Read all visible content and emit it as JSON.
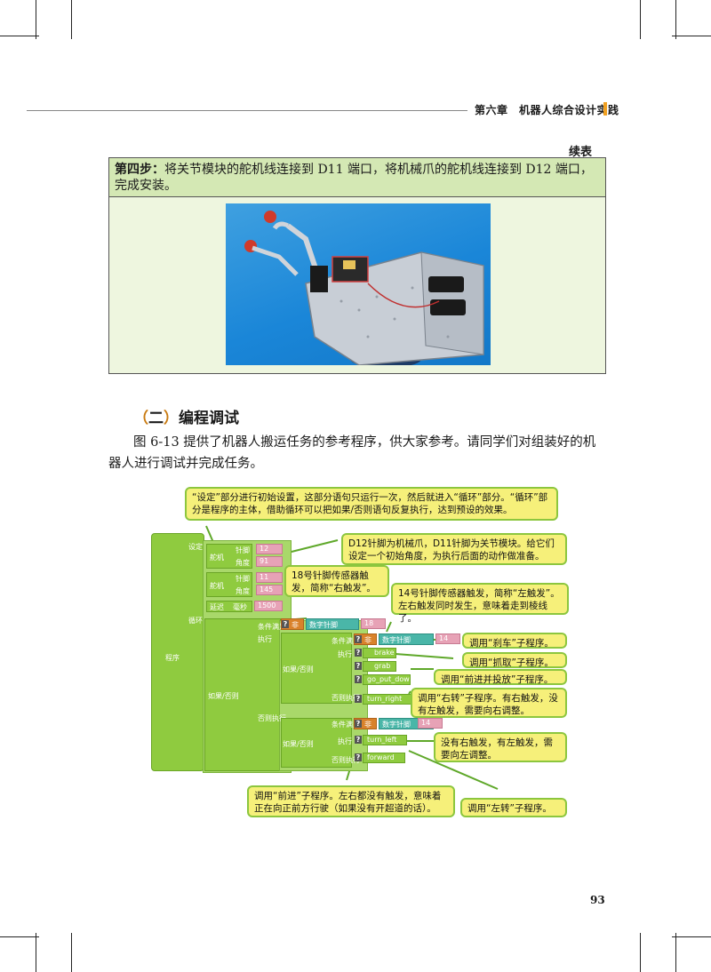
{
  "header": {
    "chapter": "第六章　机器人综合设计实践"
  },
  "table": {
    "continued": "续表",
    "step_label": "第四步：",
    "step_text": "将关节模块的舵机线连接到 D11 端口，将机械爪的舵机线连接到 D12 端口，完成安装。"
  },
  "section": {
    "bracket_open": "（",
    "number": "二",
    "bracket_close": "）",
    "title": "编程调试",
    "paragraph": "图 6-13 提供了机器人搬运任务的参考程序，供大家参考。请同学们对组装好的机器人进行调试并完成任务。"
  },
  "figure": {
    "callouts": {
      "setup": "“设定”部分进行初始设置，这部分语句只运行一次，然后就进入“循环”部分。“循环”部分是程序的主体，借助循环可以把如果/否则语句反复执行，达到预设的效果。",
      "servo": "D12针脚为机械爪，D11针脚为关节模块。给它们设定一个初始角度，为执行后面的动作做准备。",
      "right": "18号针脚传感器触发，简称“右触发”。",
      "left": "14号针脚传感器触发，简称“左触发”。左右触发同时发生，意味着走到棱线了。",
      "brake": "调用“刹车”子程序。",
      "grab": "调用“抓取”子程序。",
      "forward_put": "调用“前进并投放”子程序。",
      "turn_right": "调用“右转”子程序。有右触发，没有左触发，需要向右调整。",
      "turn_left_adjust": "没有右触发，有左触发，需要向左调整。",
      "forward": "调用“前进”子程序。左右都没有触发，意味着正在向正前方行驶（如果没有开超道的话）。",
      "turn_left": "调用“左转”子程序。"
    },
    "blocks": {
      "program": "程序",
      "setup": "设定",
      "loop": "循环",
      "servo": "舵机",
      "pin": "针脚",
      "angle": "角度",
      "val_12": "12",
      "val_91": "91",
      "val_11": "11",
      "val_145": "145",
      "delay": "延迟",
      "ms": "毫秒",
      "val_1500": "1500",
      "if_else": "如果/否则",
      "condition": "条件满足",
      "execute": "执行",
      "else_exec": "否则执行",
      "not": "非",
      "digital_pin": "数字针脚",
      "val_18": "18",
      "val_14": "14",
      "brake": "brake",
      "grab": "grab",
      "go_put": "go_put_down",
      "turn_right": "turn_right",
      "turn_left": "turn_left",
      "forward": "forward"
    }
  },
  "page_number": "93",
  "colors": {
    "accent": "#f0a020",
    "block_green": "#8fcb3f",
    "callout_yellow": "#f6f07a"
  }
}
